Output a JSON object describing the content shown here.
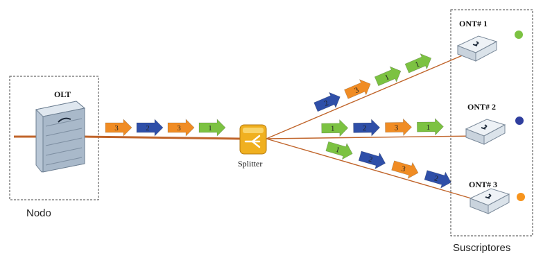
{
  "diagram": {
    "node_label": "Nodo",
    "olt_label": "OLT",
    "splitter_label": "Splitter",
    "subscribers_label": "Suscriptores",
    "onts": [
      {
        "label": "ONT# 1",
        "dot_color": "#7cc242"
      },
      {
        "label": "ONT# 2",
        "dot_color": "#2f3e9e"
      },
      {
        "label": "ONT# 3",
        "dot_color": "#f7941d"
      }
    ],
    "packet_colors": {
      "1": "#7cc242",
      "2": "#2f4fa8",
      "3": "#f08c24"
    },
    "trunk_packets": [
      "3",
      "2",
      "3",
      "1"
    ],
    "branch_packets": [
      [
        "2",
        "3",
        "1",
        "1"
      ],
      [
        "1",
        "2",
        "3",
        "1"
      ],
      [
        "1",
        "2",
        "3",
        "2"
      ]
    ],
    "fiber_color": "#c0642a"
  }
}
